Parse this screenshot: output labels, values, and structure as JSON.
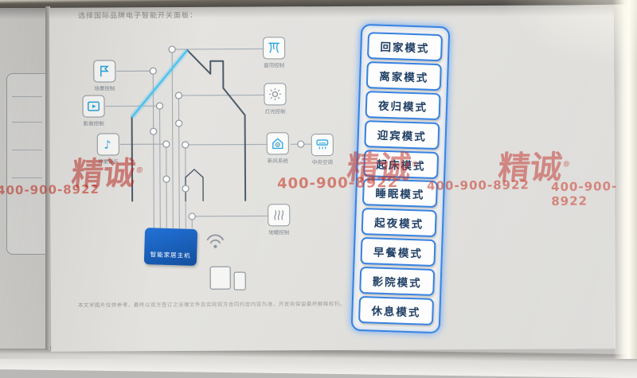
{
  "header": {
    "heading": "选择国际品牌电子智能开关面板："
  },
  "footer": {
    "disclaimer": "本文字图片仅供参考，最终以双方签订之法律文件及实际双方合同约定内容为准，开发商保留最终解释权利。"
  },
  "diagram": {
    "host_label": "智能家居主机",
    "music_glyph": "♪",
    "devices_left": [
      {
        "label": "场景控制"
      },
      {
        "label": "影音控制"
      },
      {
        "label": "背景音乐"
      }
    ],
    "devices_right": [
      {
        "label": "窗帘控制"
      },
      {
        "label": "灯光控制"
      },
      {
        "label": "新风系统"
      },
      {
        "label": "中央空调"
      },
      {
        "label": "地暖控制"
      }
    ]
  },
  "modes": [
    "回家模式",
    "离家模式",
    "夜归模式",
    "迎宾模式",
    "起床模式",
    "睡眠模式",
    "起夜模式",
    "早餐模式",
    "影院模式",
    "休息模式"
  ],
  "watermark": {
    "phone": "400-900-8922",
    "brand": "精诚",
    "reg": "®"
  },
  "colors": {
    "accent": "#2e7de0",
    "host_blue": "#1a5fc0",
    "glow_cyan": "#52c6f2",
    "watermark_red": "#c0392b"
  }
}
